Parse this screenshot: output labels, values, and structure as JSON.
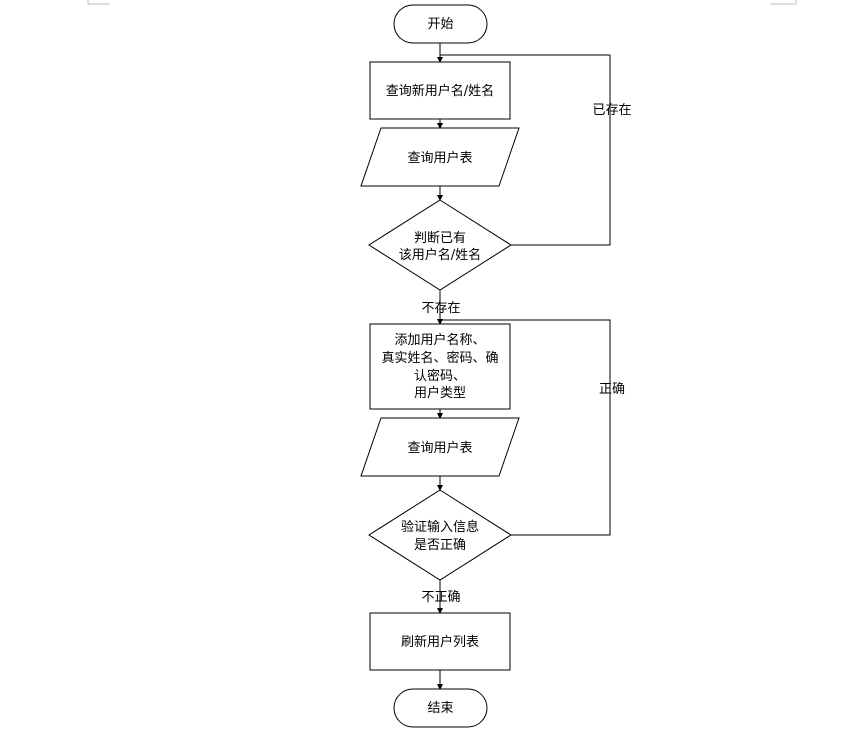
{
  "nodes": {
    "start": "开始",
    "query_new_user": "查询新用户名/姓名",
    "query_user_table_1": "查询用户表",
    "check_exists_line1": "判断已有",
    "check_exists_line2": "该用户名/姓名",
    "add_user_line1": "添加用户名称、",
    "add_user_line2": "真实姓名、密码、确",
    "add_user_line3": "认密码、",
    "add_user_line4": "用户类型",
    "query_user_table_2": "查询用户表",
    "validate_line1": "验证输入信息",
    "validate_line2": "是否正确",
    "refresh_list": "刷新用户列表",
    "end": "结束"
  },
  "edge_labels": {
    "exists": "已存在",
    "not_exists": "不存在",
    "correct": "正确",
    "incorrect": "不正确"
  }
}
